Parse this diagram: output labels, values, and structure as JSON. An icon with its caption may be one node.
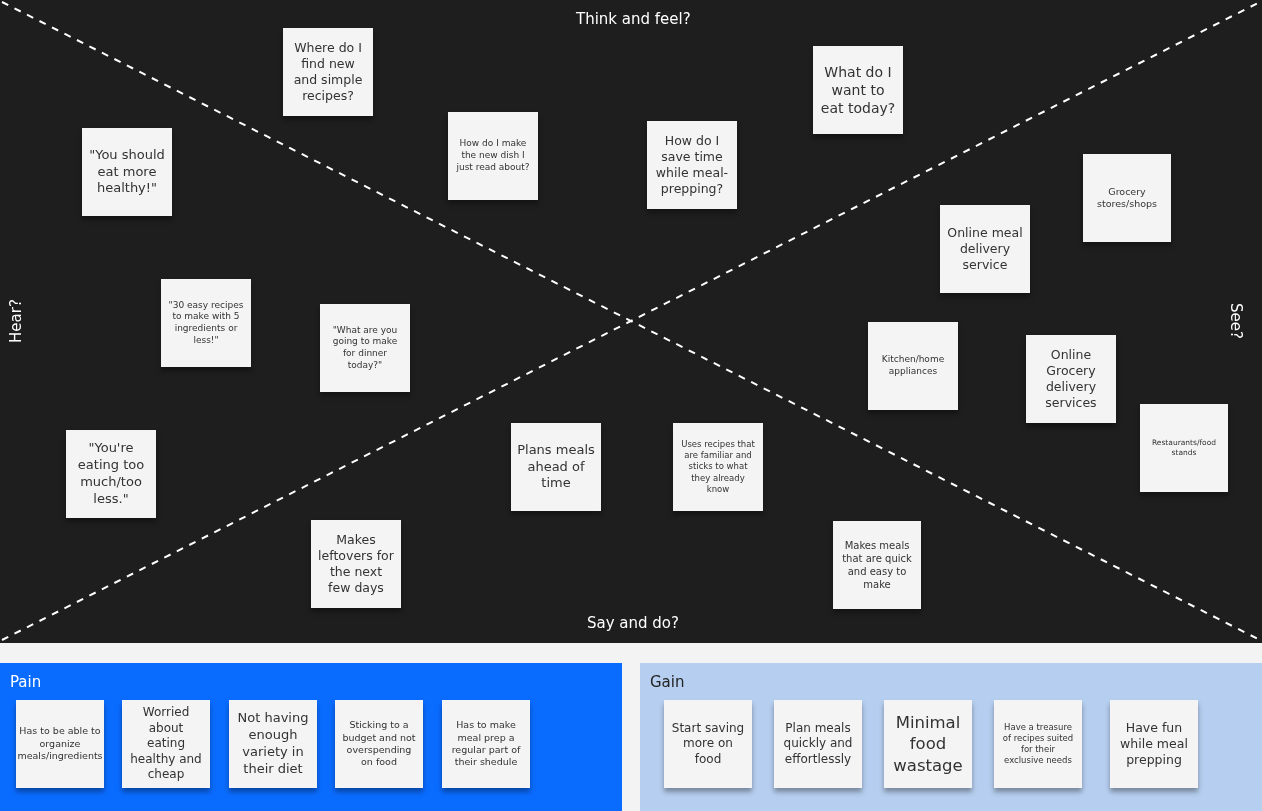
{
  "diagram": {
    "nodes": [
      {
        "text": [
          "Think and feel?",
          "Hear?",
          "See?",
          "Say and do?"
        ]
      },
      {
        "text": [
          "Where do I find new and simple recipes?"
        ],
        "in": 0
      },
      {
        "text": [
          "What do I want to eat today?"
        ],
        "in": 0
      },
      {
        "text": [
          "\"You should eat more healthy!\""
        ],
        "in": 0
      },
      {
        "text": [
          "How do I make the new dish I just read about?"
        ],
        "in": 0
      },
      {
        "text": [
          "How do I save time while meal-prepping?"
        ],
        "in": 0
      },
      {
        "text": [
          "Grocery stores/shops"
        ],
        "in": 0
      },
      {
        "text": [
          "Online meal delivery service"
        ],
        "in": 0
      },
      {
        "text": [
          "\"30 easy recipes to make with 5 ingredients or less!\""
        ],
        "in": 0
      },
      {
        "text": [
          "\"What are you going to make for dinner today?\""
        ],
        "in": 0
      },
      {
        "text": [
          "Kitchen/home appliances"
        ],
        "in": 0
      },
      {
        "text": [
          "Online Grocery delivery services"
        ],
        "in": 0
      },
      {
        "text": [
          "Restaurants/food stands"
        ],
        "in": 0
      },
      {
        "text": [
          "\"You're eating too much/too less.\""
        ],
        "in": 0
      },
      {
        "text": [
          "Plans meals ahead of time"
        ],
        "in": 0
      },
      {
        "text": [
          "Uses recipes that are familiar and sticks to what they already know"
        ],
        "in": 0
      },
      {
        "text": [
          "Makes leftovers for the next few days"
        ],
        "in": 0
      },
      {
        "text": [
          "Makes meals that are quick and easy to make"
        ],
        "in": 0
      },
      {
        "text": [
          "Pain"
        ]
      },
      {
        "text": [
          "Has to be able to organize meals/ingredients"
        ],
        "in": 18
      },
      {
        "text": [
          "Worried about eating healthy and cheap"
        ],
        "in": 18
      },
      {
        "text": [
          "Not having enough variety in their diet"
        ],
        "in": 18
      },
      {
        "text": [
          "Sticking to a budget and not overspending on food"
        ],
        "in": 18
      },
      {
        "text": [
          "Has to make meal prep a regular part of their shedule"
        ],
        "in": 18
      },
      {
        "text": [
          "Gain"
        ]
      },
      {
        "text": [
          "Start saving more on food"
        ],
        "in": 24
      },
      {
        "text": [
          "Plan meals quickly and effortlessly"
        ],
        "in": 24
      },
      {
        "text": [
          "Minimal food wastage"
        ],
        "in": 24
      },
      {
        "text": [
          "Have a treasure of recipes suited for their exclusive needs"
        ],
        "in": 24
      },
      {
        "text": [
          "Have fun while meal prepping"
        ],
        "in": 24
      }
    ],
    "edges": []
  }
}
